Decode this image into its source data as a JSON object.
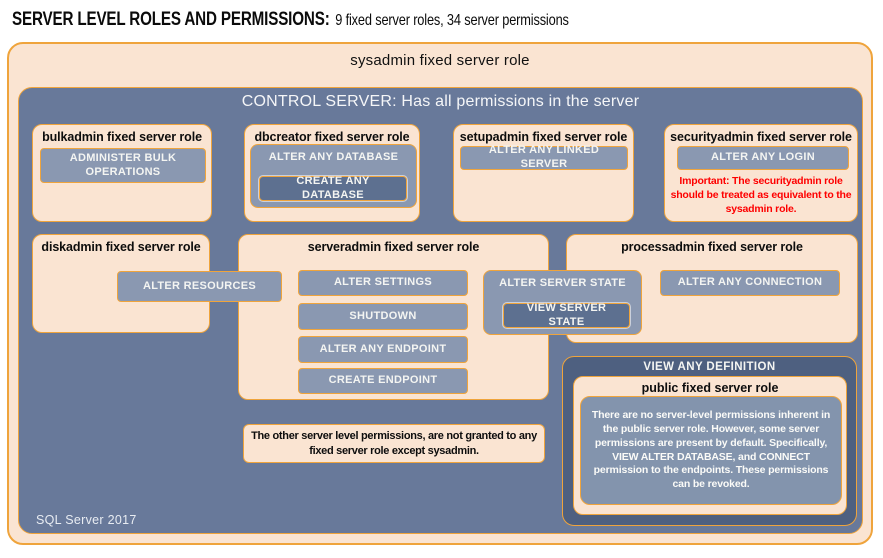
{
  "heading": {
    "bold": "SERVER LEVEL ROLES AND PERMISSIONS:",
    "normal": "9 fixed server roles, 34 server permissions"
  },
  "sysadmin_box": {
    "title": "sysadmin fixed server role"
  },
  "control_box": {
    "title": "CONTROL SERVER: Has all permissions in the server",
    "footer": "SQL Server 2017"
  },
  "roles": {
    "bulkadmin": {
      "title": "bulkadmin fixed server role",
      "permissions": [
        "ADMINISTER BULK OPERATIONS"
      ]
    },
    "dbcreator": {
      "title": "dbcreator fixed server role",
      "permissions": [
        "ALTER ANY DATABASE",
        "CREATE ANY DATABASE"
      ]
    },
    "setupadmin": {
      "title": "setupadmin fixed server role",
      "permissions": [
        "ALTER ANY LINKED SERVER"
      ]
    },
    "securityadmin": {
      "title": "securityadmin fixed server role",
      "permissions": [
        "ALTER ANY LOGIN"
      ],
      "note": "Important: The securityadmin role should be treated as equivalent to the sysadmin role."
    },
    "diskadmin": {
      "title": "diskadmin fixed server role",
      "permissions": [
        "ALTER RESOURCES"
      ]
    },
    "serveradmin": {
      "title": "serveradmin fixed server role",
      "permissions": [
        "ALTER SETTINGS",
        "SHUTDOWN",
        "ALTER ANY ENDPOINT",
        "CREATE ENDPOINT",
        "ALTER SERVER STATE",
        "VIEW SERVER STATE"
      ]
    },
    "processadmin": {
      "title": "processadmin fixed server role",
      "permissions": [
        "ALTER ANY CONNECTION"
      ]
    },
    "public": {
      "header": "VIEW ANY DEFINITION",
      "title": "public fixed server role",
      "description": "There are no server-level permissions inherent in the public server role. However, some server permissions are present by default. Specifically, VIEW ALTER DATABASE, and CONNECT permission to the endpoints. These permissions can be revoked."
    }
  },
  "footnote": "The other server level permissions, are not granted to any fixed server role except sysadmin.",
  "colors": {
    "peach": "#FAE4D2",
    "orange_border": "#EFA43C",
    "control_blue": "#68799A",
    "permission_slate": "#8A98B1",
    "nested_permission_dark": "#5D7090",
    "definition_navy": "#4E6080",
    "important_red": "#FE0000",
    "text_light": "#F4F5F2"
  }
}
